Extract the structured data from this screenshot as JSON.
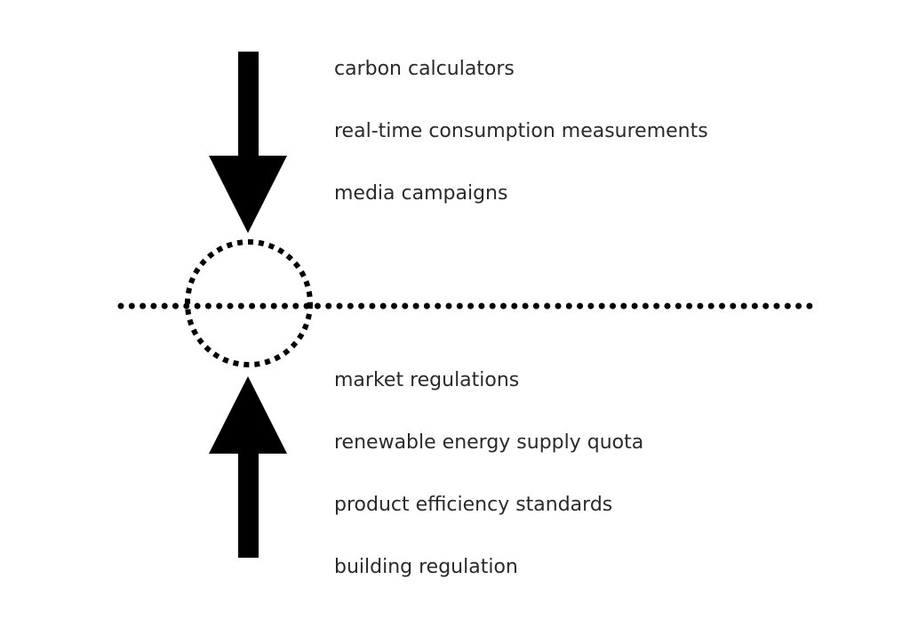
{
  "top_group": {
    "items": [
      "carbon calculators",
      "real-time consumption measurements",
      "media campaigns"
    ]
  },
  "bottom_group": {
    "items": [
      "market regulations",
      "renewable energy supply quota",
      "product efficiency standards",
      "building regulation"
    ]
  },
  "colors": {
    "ink": "#000000",
    "text": "#2a2a2a",
    "background": "#ffffff"
  }
}
